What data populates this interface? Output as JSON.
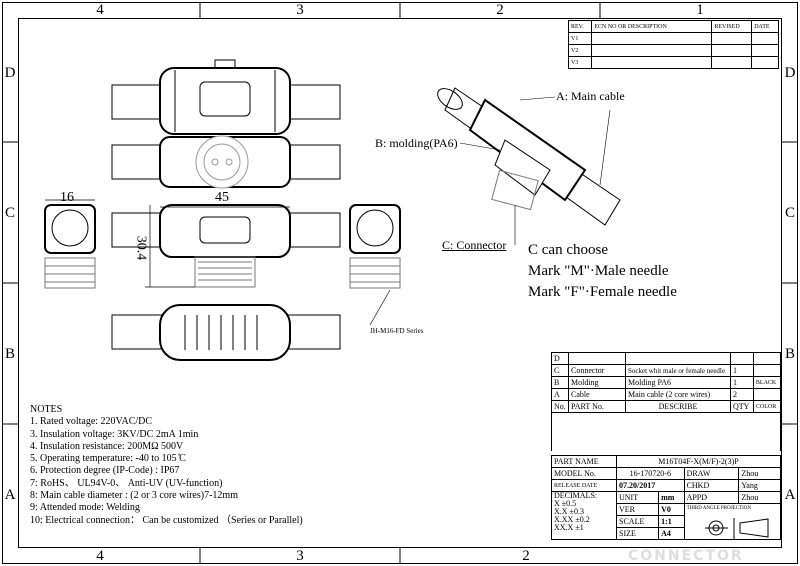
{
  "border": {
    "columns": [
      "4",
      "3",
      "2",
      "1"
    ],
    "rows": [
      "D",
      "C",
      "B",
      "A"
    ]
  },
  "revision_table": {
    "headers": [
      "REV.",
      "ECN NO OR DESCRIPTION",
      "REVISED",
      "DATE"
    ],
    "rows": [
      [
        "V1",
        "",
        "",
        ""
      ],
      [
        "V2",
        "",
        "",
        ""
      ],
      [
        "V3",
        "",
        "",
        ""
      ]
    ]
  },
  "callouts": {
    "a": "A: Main cable",
    "b": "B: molding(PA6)",
    "c": "C: Connector",
    "choose": "C can choose",
    "male": "Mark \"M\"·Male needle",
    "female": "Mark \"F\"·Female needle",
    "series": "JH-M16-FD Series"
  },
  "dimensions": {
    "width": "16",
    "length": "45",
    "height": "30.4"
  },
  "bom": {
    "rows": [
      [
        "D",
        "",
        "",
        "",
        ""
      ],
      [
        "C",
        "Connector",
        "Socket whit  male or female needle",
        "1",
        ""
      ],
      [
        "B",
        "Molding",
        "Molding PA6",
        "1",
        "BLACK"
      ],
      [
        "A",
        "Cable",
        "Main cable (2 core wires)",
        "2",
        ""
      ]
    ],
    "headers": [
      "No.",
      "PART No.",
      "DESCRIBE",
      "QTY",
      "COLOR"
    ]
  },
  "title_block": {
    "part_name_label": "PART NAME",
    "part_name": "M16T04F-X(M/F)-2(3)P",
    "model_label": "MODEL No.",
    "model": "16-170720-6",
    "draw_label": "DRAW",
    "draw": "Zhou",
    "release_label": "RELEASE DATE",
    "release": "07.20/2017",
    "chkd_label": "CHKD",
    "chkd": "Yang",
    "decimals": [
      "DECIMALS:",
      "X      ±0.5",
      "X.X    ±0.3",
      "X.XX  ±0.2",
      "XX.X  ±1"
    ],
    "unit_label": "UNIT",
    "unit": "mm",
    "appd_label": "APPD",
    "appd": "Zhou",
    "ver_label": "VER",
    "ver": "V0",
    "scale_label": "SCALE",
    "scale": "1:1",
    "size_label": "SIZE",
    "size": "A4",
    "projection": "THIRD ANGLE PROJECTION"
  },
  "watermark": "CONNECTOR",
  "notes": {
    "title": "NOTES",
    "items": [
      "1. Rated voltage: 220VAC/DC",
      "3. Insulation voltage: 3KV/DC 2mA 1min",
      "4. Insulation resistance: 200MΩ 500V",
      "5. Operating temperature: -40 to 105 ̊C",
      "6. Protection degree (IP-Code) : IP67",
      "7: RoHS、 UL94V-0、 Anti-UV (UV-function)",
      "8: Main cable diameter : (2 or 3 core wires)7-12mm",
      "9: Attended mode:  Welding",
      "10: Electrical connection：  Can be customized  （Series or Parallel)"
    ]
  }
}
